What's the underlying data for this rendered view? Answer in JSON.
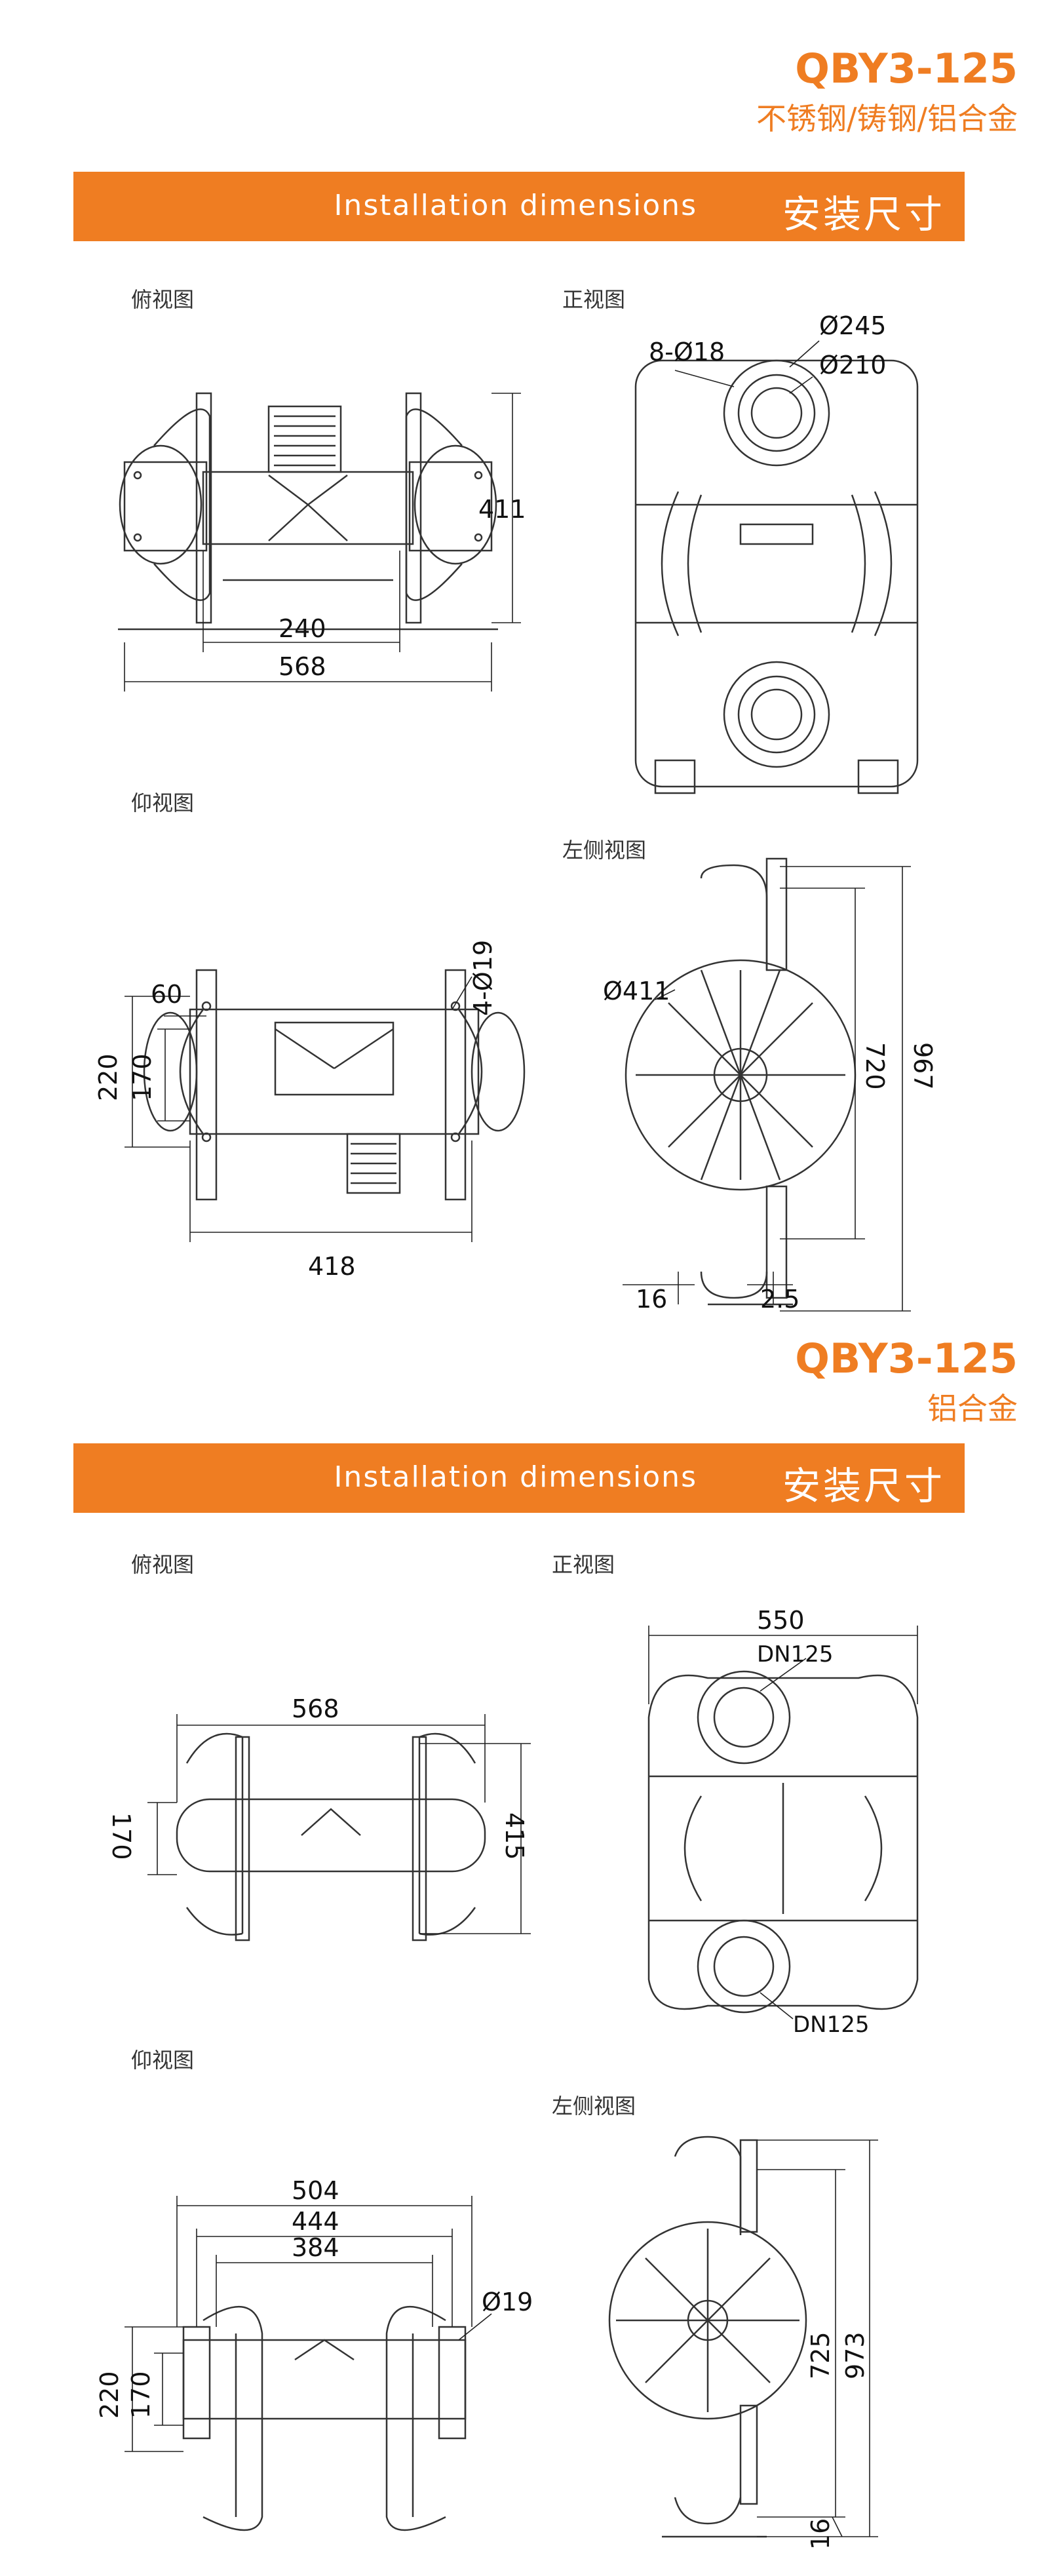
{
  "s1": {
    "model": "QBY3-125",
    "material": "不锈钢/铸钢/铝合金",
    "banner_en": "Installation dimensions",
    "banner_cn": "安装尺寸",
    "labels": {
      "top": "俯视图",
      "front": "正视图",
      "bottom": "仰视图",
      "side": "左侧视图"
    },
    "dims": {
      "top_width": "568",
      "top_inner": "240",
      "top_height": "411",
      "front_bolts": "8-Ø18",
      "front_outer": "Ø245",
      "front_inner": "Ø210",
      "bottom_60": "60",
      "bottom_holes": "4-Ø19",
      "bottom_220": "220",
      "bottom_170": "170",
      "bottom_418": "418",
      "side_dia": "Ø411",
      "side_720": "720",
      "side_967": "967",
      "side_16": "16",
      "side_25": "2.5"
    }
  },
  "s2": {
    "model": "QBY3-125",
    "material": "铝合金",
    "banner_en": "Installation dimensions",
    "banner_cn": "安装尺寸",
    "labels": {
      "top": "俯视图",
      "front": "正视图",
      "bottom": "仰视图",
      "side": "左侧视图"
    },
    "dims": {
      "top_568": "568",
      "top_170": "170",
      "top_415": "415",
      "front_550": "550",
      "front_dn_top": "DN125",
      "front_dn_bottom": "DN125",
      "bottom_504": "504",
      "bottom_444": "444",
      "bottom_384": "384",
      "bottom_hole": "Ø19",
      "bottom_220": "220",
      "bottom_170": "170",
      "side_725": "725",
      "side_973": "973",
      "side_16": "16"
    }
  }
}
